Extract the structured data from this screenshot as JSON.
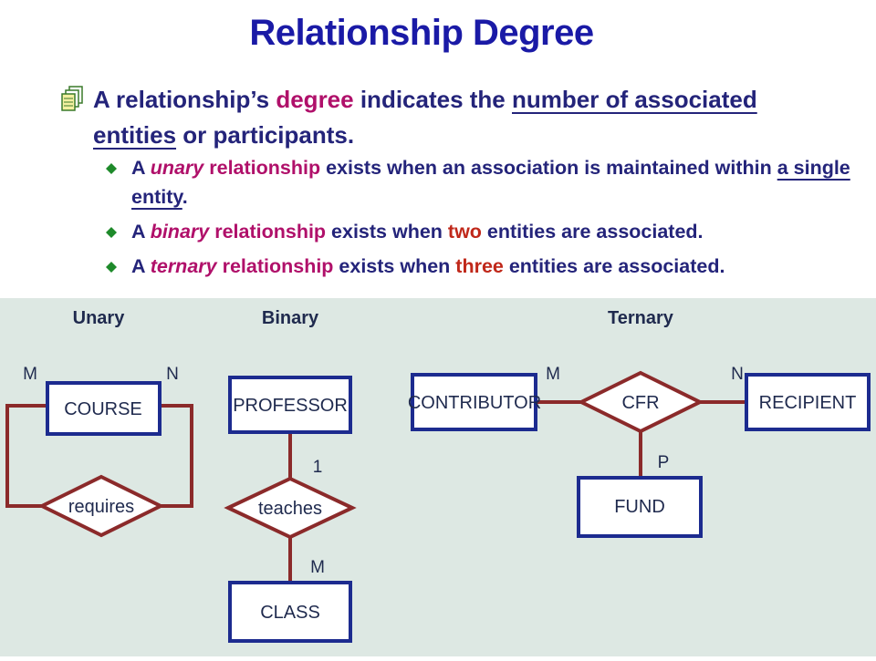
{
  "title": "Relationship Degree",
  "main_bullet": {
    "t1": "A relationship’s ",
    "t2": "degree",
    "t3": " indicates the ",
    "t4": "number of associated entities",
    "t5": " or participants."
  },
  "sub_bullets": [
    {
      "a": "A ",
      "b": "unary",
      "c": " relationship",
      "d": " exists when an association is maintained within ",
      "e": "a single entity",
      "f": "."
    },
    {
      "a": "A ",
      "b": "binary",
      "c": " relationship",
      "d": " exists when ",
      "e": "two",
      "f": " entities are associated."
    },
    {
      "a": "A ",
      "b": "ternary",
      "c": " relationship",
      "d": " exists when ",
      "e": "three",
      "f": " entities are associated."
    }
  ],
  "diagram": {
    "headings": {
      "unary": "Unary",
      "binary": "Binary",
      "ternary": "Ternary"
    },
    "unary": {
      "entity": "COURSE",
      "relationship": "requires",
      "card_left": "M",
      "card_right": "N"
    },
    "binary": {
      "entity_top": "PROFESSOR",
      "relationship": "teaches",
      "entity_bottom": "CLASS",
      "card_top": "1",
      "card_bottom": "M"
    },
    "ternary": {
      "entity_left": "CONTRIBUTOR",
      "relationship": "CFR",
      "entity_right": "RECIPIENT",
      "entity_bottom": "FUND",
      "card_left": "M",
      "card_right": "N",
      "card_bottom": "P"
    }
  },
  "colors": {
    "title": "#1a1aa6",
    "text": "#24247a",
    "highlight": "#b0106a",
    "accent_red": "#c0281a",
    "entity_border": "#1c2b8f",
    "relationship_border": "#8b2a2a",
    "diagram_bg": "#dde8e3"
  }
}
